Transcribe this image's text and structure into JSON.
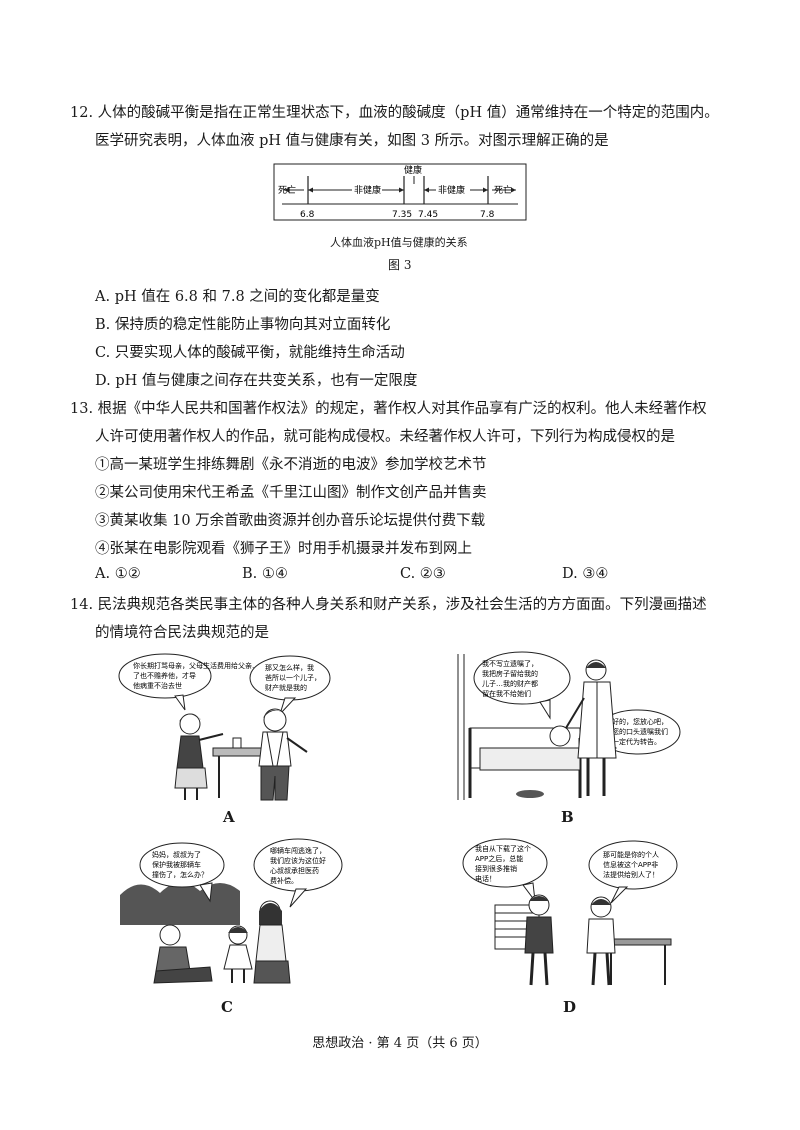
{
  "q12": {
    "line1": "12. 人体的酸碱平衡是指在正常生理状态下，血液的酸碱度（pH 值）通常维持在一个特定的范围内。",
    "line2": "医学研究表明，人体血液 pH 值与健康有关，如图 3 所示。对图示理解正确的是",
    "figure": {
      "label_death_left": "死亡",
      "label_unhealthy_left": "非健康",
      "label_healthy": "健康",
      "label_unhealthy_right": "非健康",
      "label_death_right": "死亡",
      "tick_1": "6.8",
      "tick_2": "7.35",
      "tick_3": "7.45",
      "tick_4": "7.8",
      "caption": "人体血液pH值与健康的关系",
      "figure_no": "图 3"
    },
    "options": [
      "A. pH 值在 6.8 和 7.8 之间的变化都是量变",
      "B. 保持质的稳定性能防止事物向其对立面转化",
      "C. 只要实现人体的酸碱平衡，就能维持生命活动",
      "D. pH 值与健康之间存在共变关系，也有一定限度"
    ]
  },
  "q13": {
    "line1": "13. 根据《中华人民共和国著作权法》的规定，著作权人对其作品享有广泛的权利。他人未经著作权",
    "line2": "人许可使用著作权人的作品，就可能构成侵权。未经著作权人许可，下列行为构成侵权的是",
    "items": [
      "①高一某班学生排练舞剧《永不消逝的电波》参加学校艺术节",
      "②某公司使用宋代王希孟《千里江山图》制作文创产品并售卖",
      "③黄某收集 10 万余首歌曲资源并创办音乐论坛提供付费下载",
      "④张某在电影院观看《狮子王》时用手机摄录并发布到网上"
    ],
    "options": [
      "A. ①②",
      "B. ①④",
      "C. ②③",
      "D. ③④"
    ]
  },
  "q14": {
    "line1": "14. 民法典规范各类民事主体的各种人身关系和财产关系，涉及社会生活的方方面面。下列漫画描述",
    "line2": "的情境符合民法典规范的是",
    "panels": {
      "A": {
        "label": "A",
        "bubble_left": [
          "你长期打骂母亲，父母生活费用给父亲…",
          "了也不赡养他，才导",
          "他病重不治去世"
        ],
        "bubble_right": [
          "那又怎么样，我",
          "爸所以一个儿子，",
          "财产就是我的"
        ]
      },
      "B": {
        "label": "B",
        "bubble_left": [
          "我不写立遗嘱了，",
          "我把房子留给我的",
          "儿子…我的财产都",
          "留在我不给她们"
        ],
        "bubble_right": [
          "好的，您放心吧，",
          "您的口头遗嘱我们",
          "一定代为转告。"
        ]
      },
      "C": {
        "label": "C",
        "bubble_left": [
          "妈妈，叔叔为了",
          "保护我被那辆车",
          "撞伤了，怎么办？"
        ],
        "bubble_right": [
          "哪辆车闯逃逸了，",
          "我们应该为这位好",
          "心叔叔承担医药",
          "费补偿。"
        ]
      },
      "D": {
        "label": "D",
        "bubble_left": [
          "我自从下载了这个",
          "APP之后，总能",
          "接到很多推销",
          "电话！"
        ],
        "bubble_right": [
          "那可能是你的个人",
          "信息被这个APP非",
          "法提供给别人了！"
        ]
      }
    }
  },
  "footer": "思想政治 · 第 4 页（共 6 页）"
}
